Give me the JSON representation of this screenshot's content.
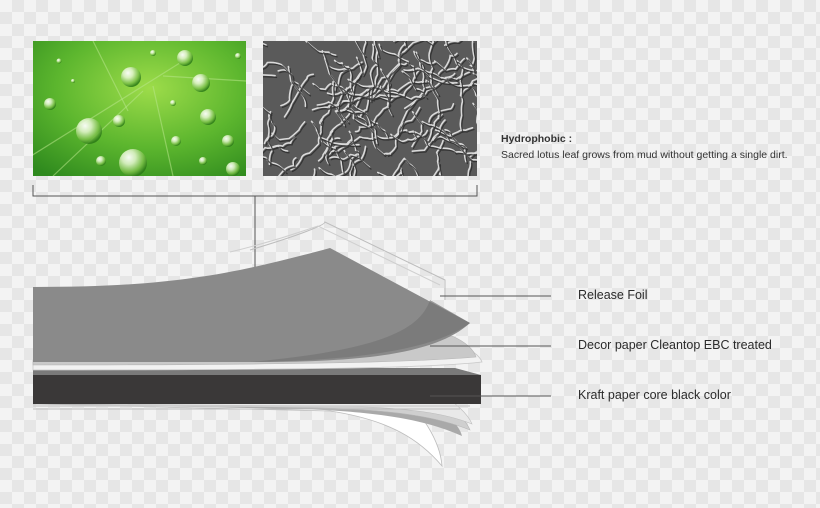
{
  "caption": {
    "title": "Hydrophobic :",
    "body": "Sacred lotus leaf grows from mud without getting a single dirt."
  },
  "layers": {
    "release_foil": "Release Foil",
    "decor_paper": "Decor paper Cleantop EBC treated",
    "kraft_core": "Kraft paper core black color"
  },
  "colors": {
    "leaf_green": "#4fae2a",
    "release_foil_gray": "#8a8a8a",
    "decor_layer_gray": "#c9c9c9",
    "kraft_core_black": "#3a3838",
    "line_color": "#555555"
  }
}
